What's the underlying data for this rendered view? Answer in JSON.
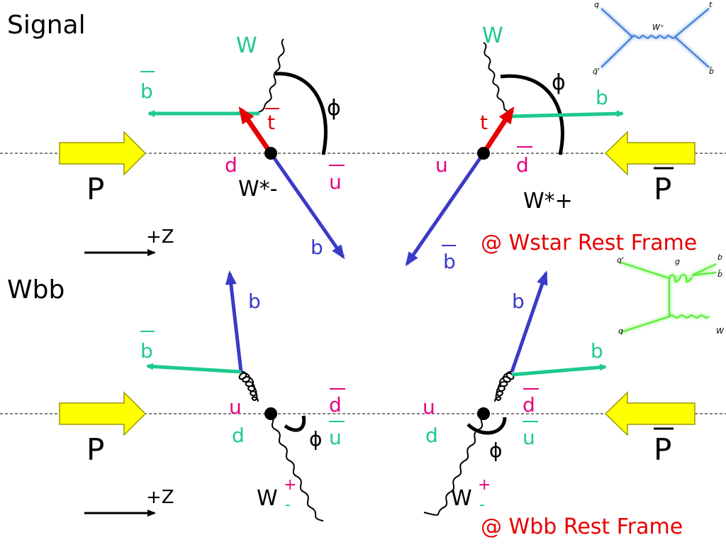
{
  "colors": {
    "teal": "#1ec98d",
    "magenta": "#e6007e",
    "red": "#e60000",
    "blue": "#3a3ac8",
    "green": "#22cc88",
    "yellow": "#ffff00",
    "feyn_blue": "#3a7bd5",
    "feyn_green": "#55ee33"
  },
  "sections": {
    "signal": "Signal",
    "wbb": "Wbb"
  },
  "beams": {
    "proton": "P",
    "antiproton": "P"
  },
  "axis": {
    "z_label": "+Z"
  },
  "frames": {
    "wstar": "@ Wstar Rest Frame",
    "wbb": "@ Wbb Rest Frame"
  },
  "signal_left": {
    "w": "W",
    "bbar": "b",
    "tbar": "t",
    "phi": "ϕ",
    "d": "d",
    "ubar": "u",
    "wstar": "W*-",
    "b": "b"
  },
  "signal_right": {
    "w": "W",
    "phi": "ϕ",
    "b": "b",
    "t": "t",
    "u": "u",
    "dbar": "d",
    "wstar": "W*+",
    "bbar": "b"
  },
  "wbb_left": {
    "b": "b",
    "bbar": "b",
    "u": "u",
    "d": "d",
    "dbar": "d",
    "ubar": "u",
    "phi": "ϕ",
    "w": "W",
    "w_plus": "+",
    "w_minus": "-"
  },
  "wbb_right": {
    "b_top": "b",
    "b": "b",
    "u": "u",
    "d": "d",
    "dbar": "d",
    "ubar": "u",
    "phi": "ϕ",
    "w": "W",
    "w_plus": "+",
    "w_minus": "-"
  },
  "inset_schannel": {
    "q": "q",
    "qprime": "q̄'",
    "wplus": "W⁺",
    "t": "t",
    "bbar": "b̄"
  },
  "inset_wbb": {
    "qprime": "q'",
    "g": "g",
    "b": "b",
    "bbar": "b̄",
    "q": "q",
    "w": "W"
  }
}
